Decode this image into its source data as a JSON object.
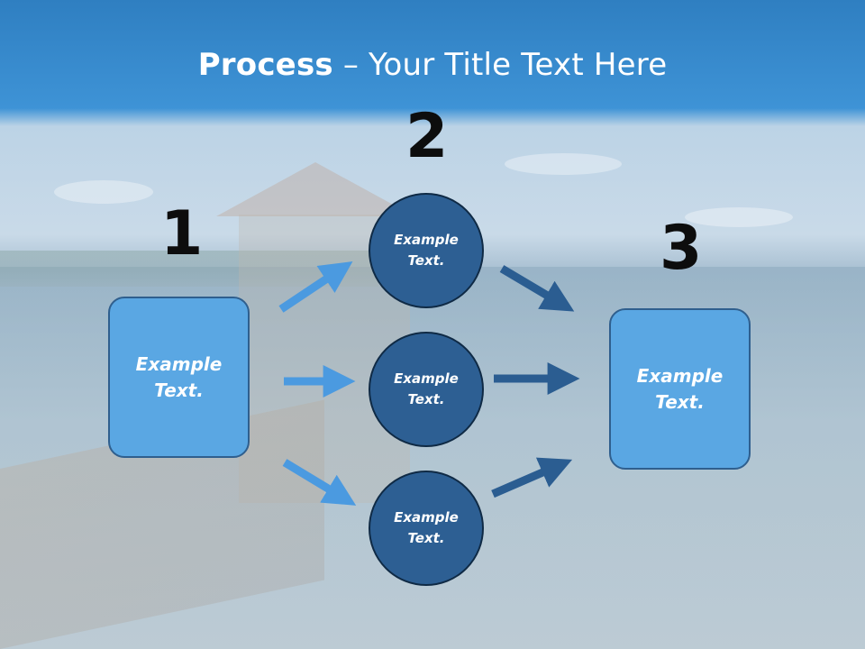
{
  "title": {
    "bold": "Process",
    "rest": " – Your Title Text Here"
  },
  "steps": [
    {
      "number": "1",
      "label": "Example Text."
    },
    {
      "number": "2"
    },
    {
      "number": "3",
      "label": "Example Text."
    }
  ],
  "circles": [
    {
      "label": "Example Text."
    },
    {
      "label": "Example Text."
    },
    {
      "label": "Example Text."
    }
  ],
  "colors": {
    "light_arrow": "#4b9ae0",
    "dark_arrow": "#2b5d91",
    "box_fill": "#5aa7e3",
    "circle_fill": "#2d5f93"
  }
}
